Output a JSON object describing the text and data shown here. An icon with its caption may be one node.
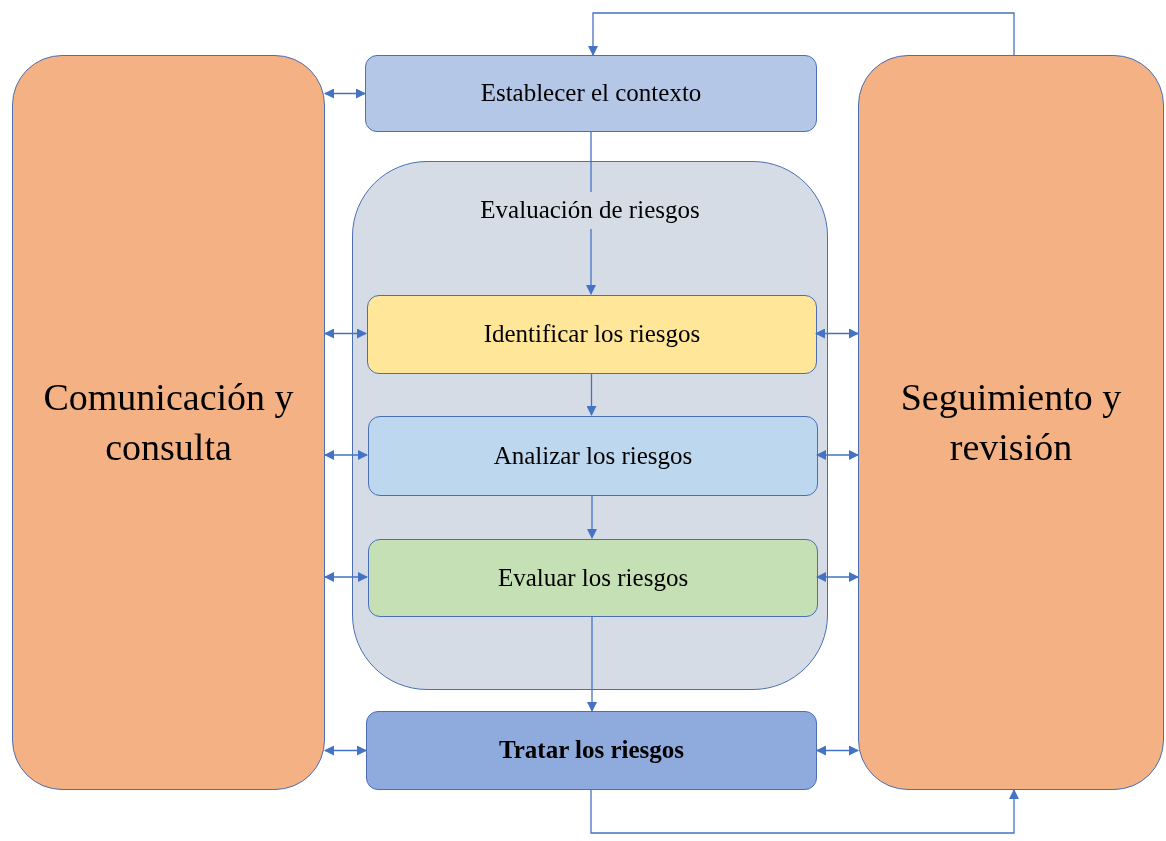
{
  "diagram": {
    "nodes": [
      {
        "text": [
          "Comunicación y consulta"
        ]
      },
      {
        "text": [
          "Establecer el contexto"
        ]
      },
      {
        "text": [
          "Evaluación de riesgos"
        ]
      },
      {
        "text": [
          "Identificar los riesgos"
        ],
        "in": 2
      },
      {
        "text": [
          "Analizar los riesgos"
        ],
        "in": 2
      },
      {
        "text": [
          "Evaluar los riesgos"
        ],
        "in": 2
      },
      {
        "text": [
          "Tratar los riesgos"
        ]
      },
      {
        "text": [
          "Seguimiento y revisión"
        ]
      }
    ],
    "edges": [
      {
        "from": 0,
        "to": 1,
        "arrow": "both"
      },
      {
        "from": 1,
        "to": 3,
        "arrow": "to"
      },
      {
        "from": 0,
        "to": 3,
        "arrow": "both"
      },
      {
        "from": 3,
        "to": 7,
        "arrow": "both"
      },
      {
        "from": 3,
        "to": 4,
        "arrow": "to"
      },
      {
        "from": 0,
        "to": 4,
        "arrow": "both"
      },
      {
        "from": 4,
        "to": 7,
        "arrow": "both"
      },
      {
        "from": 4,
        "to": 5,
        "arrow": "to"
      },
      {
        "from": 0,
        "to": 5,
        "arrow": "both"
      },
      {
        "from": 5,
        "to": 7,
        "arrow": "both"
      },
      {
        "from": 5,
        "to": 6,
        "arrow": "to"
      },
      {
        "from": 0,
        "to": 6,
        "arrow": "both"
      },
      {
        "from": 6,
        "to": 7,
        "arrow": "both"
      },
      {
        "from": 7,
        "to": 1,
        "arrow": "to"
      },
      {
        "from": 6,
        "to": 7,
        "arrow": "to"
      }
    ]
  }
}
